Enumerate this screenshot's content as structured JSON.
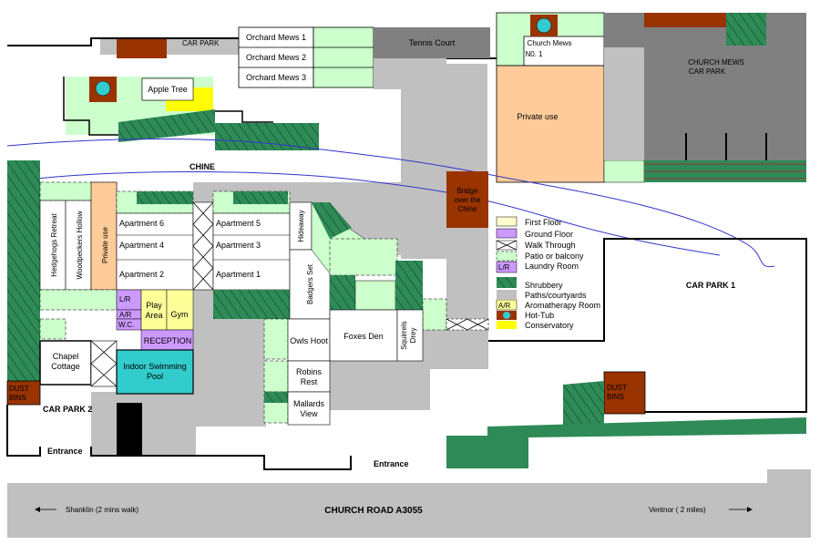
{
  "colors": {
    "path": "#c0c0c0",
    "shrub": "#2e8b57",
    "patio": "#ccffcc",
    "first_floor": "#ffffcc",
    "ground_floor": "#cc99ff",
    "private": "#ffcc99",
    "pool": "#33cccc",
    "bin": "#993300",
    "conservatory": "#ffff00",
    "tennis": "#808080",
    "wall": "#000000",
    "chine": "#3333cc"
  },
  "labels": {
    "car_park_top": "CAR PARK",
    "orchard_mews_1": "Orchard Mews 1",
    "orchard_mews_2": "Orchard Mews 2",
    "orchard_mews_3": "Orchard Mews 3",
    "tennis_court": "Tennis Court",
    "church_mews_1a": "Church Mews",
    "church_mews_1b": "N0. 1",
    "church_mews_cp_a": "CHURCH MEWS",
    "church_mews_cp_b": "CAR PARK",
    "private_use_mews": "Private use",
    "apple_tree": "Apple Tree",
    "chine": "CHINE",
    "bridge_a": "Bridge",
    "bridge_b": "over the",
    "bridge_c": "Chine",
    "hedgehogs": "Hedgehogs Retreat",
    "woodpeckers": "Woodpeckers Hollow",
    "private_use_v": "Private use",
    "apt6": "Apartment 6",
    "apt4": "Apartment 4",
    "apt2": "Apartment 2",
    "apt5": "Apartment 5",
    "apt3": "Apartment 3",
    "apt1": "Apartment 1",
    "hideaway": "Hideaway",
    "badgers_set": "Badgers Set",
    "lr": "L/R",
    "ar": "A/R",
    "wc": "W.C.",
    "play_a": "Play",
    "play_b": "Area",
    "gym": "Gym",
    "reception": "RECEPTION",
    "chapel_a": "Chapel",
    "chapel_b": "Cottage",
    "pool_a": "Indoor Swimming",
    "pool_b": "Pool",
    "owls_hoot": "Owls Hoot",
    "foxes_den": "Foxes Den",
    "squirrels_a": "Squirrels",
    "squirrels_b": "Drey",
    "robins_a": "Robins",
    "robins_b": "Rest",
    "mallards_a": "Mallards",
    "mallards_b": "View",
    "car_park_1": "CAR PARK 1",
    "car_park_2": "CAR PARK 2",
    "dust_bins_left_a": "DUST",
    "dust_bins_left_b": "BINS",
    "dust_bins_right_a": "DUST",
    "dust_bins_right_b": "BINS",
    "entrance_left": "Entrance",
    "entrance_mid": "Entrance",
    "road": "CHURCH ROAD A3055",
    "shanklin": "Shanklin (2 mins walk)",
    "ventnor": "Ventnor ( 2 miles)"
  },
  "legend": [
    {
      "key": "first_floor",
      "label": "First Floor"
    },
    {
      "key": "ground_floor",
      "label": "Ground Floor"
    },
    {
      "key": "walk_through",
      "label": "Walk Through"
    },
    {
      "key": "patio",
      "label": "Patio or balcony"
    },
    {
      "key": "laundry",
      "label": "Laundry Room",
      "swatch_text": "L/R"
    },
    {
      "key": "gap",
      "label": ""
    },
    {
      "key": "shrub",
      "label": "Shrubbery"
    },
    {
      "key": "path",
      "label": "Paths/courtyards"
    },
    {
      "key": "aroma",
      "label": "Aromatherapy Room",
      "swatch_text": "A/R"
    },
    {
      "key": "hottub",
      "label": "Hot-Tub"
    },
    {
      "key": "conservatory",
      "label": "Conservatory"
    }
  ]
}
